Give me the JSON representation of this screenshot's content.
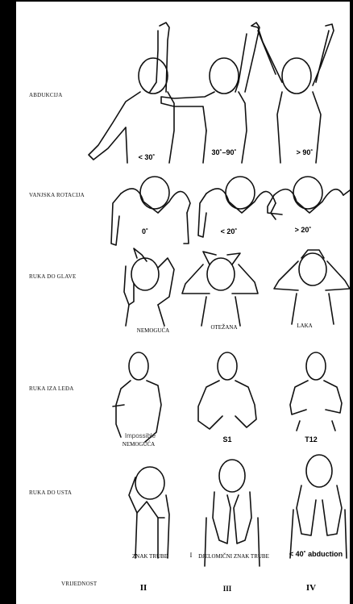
{
  "rows": [
    {
      "label": "ABDUKCIJA",
      "captions": [
        "< 30˚",
        "30˚–90˚",
        "> 90˚"
      ]
    },
    {
      "label": "VANJSKA ROTACIJA",
      "captions": [
        "0˚",
        "< 20˚",
        "> 20˚"
      ]
    },
    {
      "label": "RUKA DO GLAVE",
      "captions": [
        "NEMOGUĆA",
        "OTEŽANA",
        "LAKA"
      ]
    },
    {
      "label": "RUKA IZA LEĐA",
      "captions": [
        "NEMOGUĆA",
        "S1",
        "T12"
      ],
      "overlay_fragment": "Impossible"
    },
    {
      "label": "RUKA DO USTA",
      "captions": [
        "ZNAK TRUBE",
        "DJELOMIČNI ZNAK TRUBE",
        "< 40˚ abduction"
      ],
      "grade_separator": "I"
    }
  ],
  "grades": {
    "label": "VRIJEDNOST",
    "values": [
      "II",
      "III",
      "IV"
    ]
  }
}
